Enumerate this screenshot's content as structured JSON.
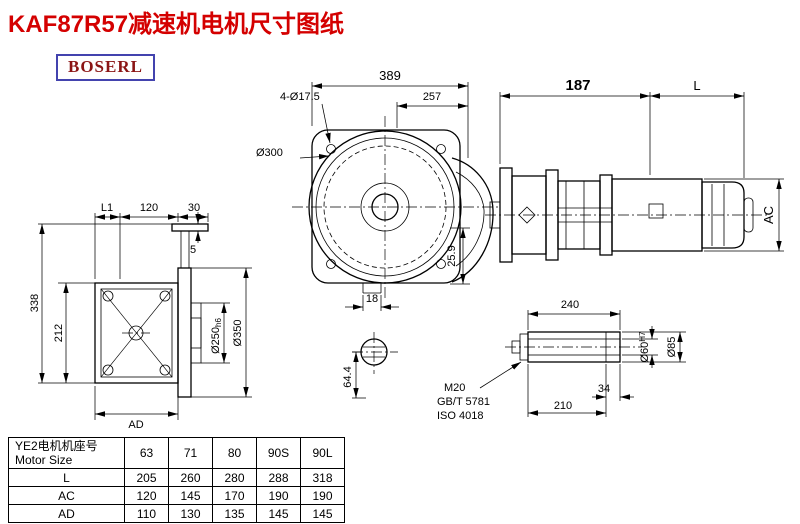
{
  "title": "KAF87R57减速机电机尺寸图纸",
  "logo": "BOSERL",
  "front_view": {
    "dim_389": "389",
    "dim_257": "257",
    "bolt_callout": "4-Ø17.5",
    "dia_300": "Ø300",
    "dim_25_9": "25.9",
    "dim_18": "18",
    "dim_64_4": "64.4"
  },
  "side_view": {
    "dim_L1": "L1",
    "dim_120": "120",
    "dim_30": "30",
    "dim_5": "5",
    "dim_338": "338",
    "dim_212": "212",
    "dim_AD": "AD",
    "dia_250_base": "Ø250",
    "dia_250_tol": "h6",
    "dia_350": "Ø350"
  },
  "motor_view": {
    "dim_187": "187",
    "dim_L": "L",
    "dim_AC": "AC"
  },
  "shaft_detail": {
    "dim_240": "240",
    "dim_34": "34",
    "dim_210": "210",
    "thread_callout": "M20",
    "standard_1": "GB/T 5781",
    "standard_2": "ISO 4018",
    "dia_60_base": "Ø60",
    "dia_60_tol": "H7",
    "dia_85": "Ø85"
  },
  "table": {
    "header_cn": "YE2电机机座号",
    "header_en": "Motor Size",
    "sizes": [
      "63",
      "71",
      "80",
      "90S",
      "90L"
    ],
    "rows": [
      {
        "label": "L",
        "values": [
          "205",
          "260",
          "280",
          "288",
          "318"
        ]
      },
      {
        "label": "AC",
        "values": [
          "120",
          "145",
          "170",
          "190",
          "190"
        ]
      },
      {
        "label": "AD",
        "values": [
          "110",
          "130",
          "135",
          "145",
          "145"
        ]
      }
    ]
  }
}
